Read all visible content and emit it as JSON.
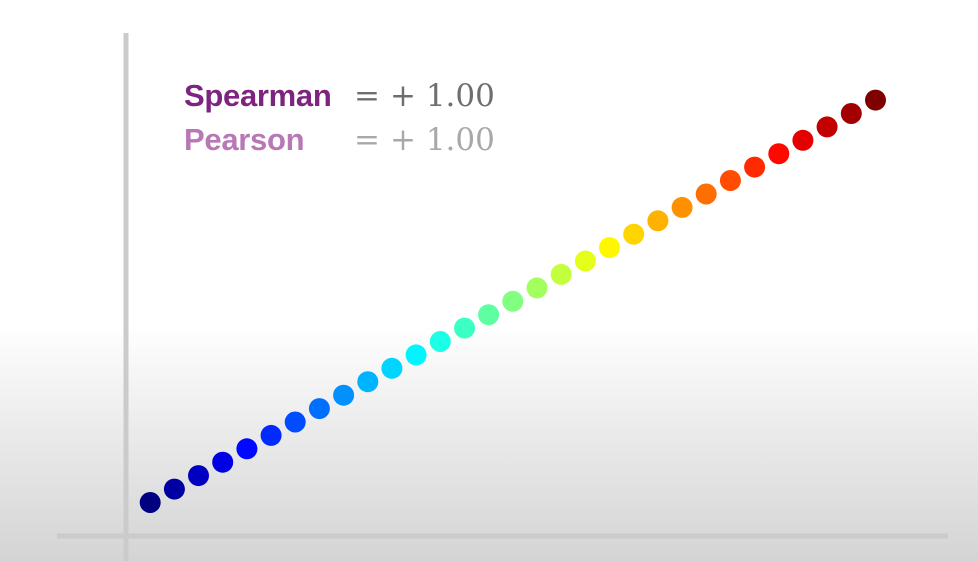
{
  "colors": {
    "spearman_label": "#7d2380",
    "pearson_label": "#b877b5",
    "spearman_value": "#6e6e6e",
    "pearson_value": "#a8a8a8",
    "axis": "#cbcbcb",
    "point_colormap": "jet"
  },
  "chart_data": {
    "type": "scatter",
    "title": "",
    "xlabel": "",
    "ylabel": "",
    "grid": false,
    "axes_tick_labels": false,
    "xlim": [
      0,
      34
    ],
    "ylim": [
      0,
      15
    ],
    "annotations": [
      {
        "name": "Spearman",
        "equals": "=",
        "value": "+ 1.00"
      },
      {
        "name": "Pearson",
        "equals": "=",
        "value": "+ 1.00"
      }
    ],
    "x": [
      1,
      2,
      3,
      4,
      5,
      6,
      7,
      8,
      9,
      10,
      11,
      12,
      13,
      14,
      15,
      16,
      17,
      18,
      19,
      20,
      21,
      22,
      23,
      24,
      25,
      26,
      27,
      28,
      29,
      30,
      31
    ],
    "y": [
      1.0,
      1.4,
      1.8,
      2.2,
      2.6,
      3.0,
      3.4,
      3.8,
      4.2,
      4.6,
      5.0,
      5.4,
      5.8,
      6.2,
      6.6,
      7.0,
      7.4,
      7.8,
      8.2,
      8.6,
      9.0,
      9.4,
      9.8,
      10.2,
      10.6,
      11.0,
      11.4,
      11.8,
      12.2,
      12.6,
      13.0
    ]
  }
}
